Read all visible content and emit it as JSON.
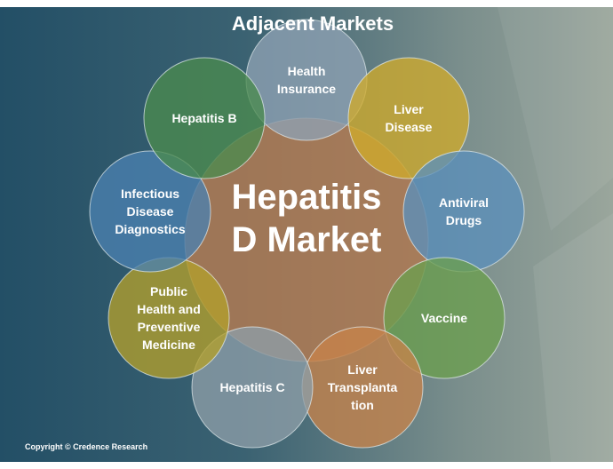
{
  "title": "Adjacent Markets",
  "center": {
    "lines": [
      "Hepatitis",
      "D Market"
    ],
    "color": "#b07a52"
  },
  "markets": [
    {
      "name": "health-insurance",
      "lines": [
        "Health",
        "Insurance"
      ],
      "color": "#8ea2b4"
    },
    {
      "name": "liver-disease",
      "lines": [
        "Liver",
        "Disease"
      ],
      "color": "#d0aa2c"
    },
    {
      "name": "antiviral-drugs",
      "lines": [
        "Antiviral",
        "Drugs"
      ],
      "color": "#5b8fbb"
    },
    {
      "name": "vaccine",
      "lines": [
        "Vaccine"
      ],
      "color": "#6c9f4e"
    },
    {
      "name": "liver-transplantation",
      "lines": [
        "Liver",
        "Transplanta",
        "tion"
      ],
      "color": "#c7834a"
    },
    {
      "name": "hepatitis-c",
      "lines": [
        "Hepatitis C"
      ],
      "color": "#8d9ea8"
    },
    {
      "name": "public-health",
      "lines": [
        "Public",
        "Health and",
        "Preventive",
        "Medicine"
      ],
      "color": "#b29f2c"
    },
    {
      "name": "infectious-disease-diagnostics",
      "lines": [
        "Infectious",
        "Disease",
        "Diagnostics"
      ],
      "color": "#4a80b0"
    },
    {
      "name": "hepatitis-b",
      "lines": [
        "Hepatitis B"
      ],
      "color": "#4a8a4e"
    }
  ],
  "copyright": "Copyright © Credence Research"
}
